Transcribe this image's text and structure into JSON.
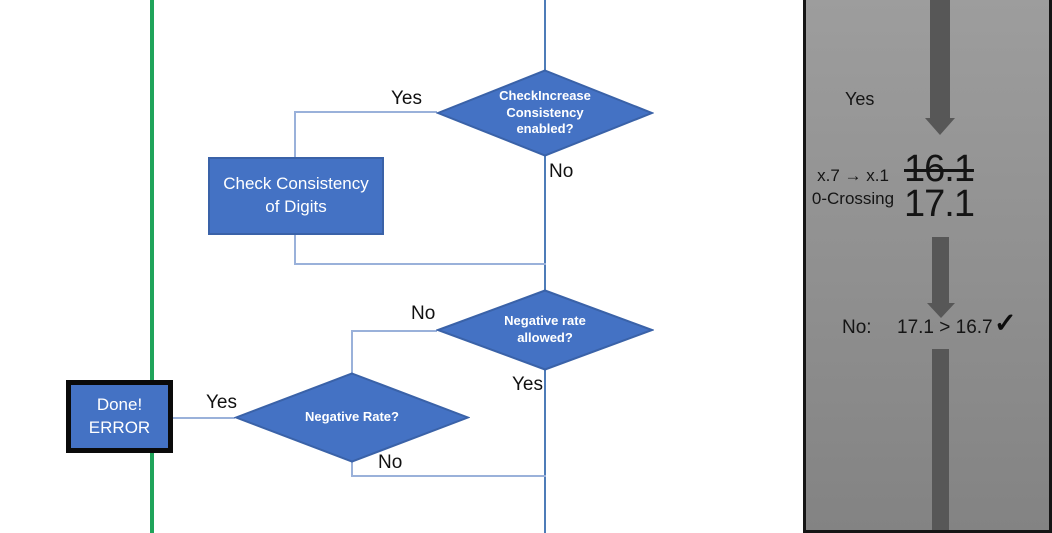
{
  "flowchart": {
    "nodes": {
      "check_increase_decision": "CheckIncrease Consistency enabled?",
      "check_consistency_process": "Check Consistency of Digits",
      "negative_rate_allowed_decision": "Negative rate allowed?",
      "negative_rate_decision": "Negative Rate?",
      "done_error_terminator": "Done! ERROR"
    },
    "labels": {
      "yes": "Yes",
      "no": "No"
    }
  },
  "panel": {
    "yes_label": "Yes",
    "note_line1": "x.7 → x.1",
    "note_line2": "0-Crossing",
    "old_value": "16.1",
    "new_value": "17.1",
    "result_label": "No:",
    "result_comparison": "17.1 > 16.7",
    "checkmark": "✓"
  },
  "colors": {
    "shape_fill": "#4472C4",
    "shape_border": "#3A62A8",
    "connector": "#9AB1DA",
    "main_line": "#4E7CB8",
    "green_line": "#1FA45A",
    "panel_arrow": "#575757"
  }
}
